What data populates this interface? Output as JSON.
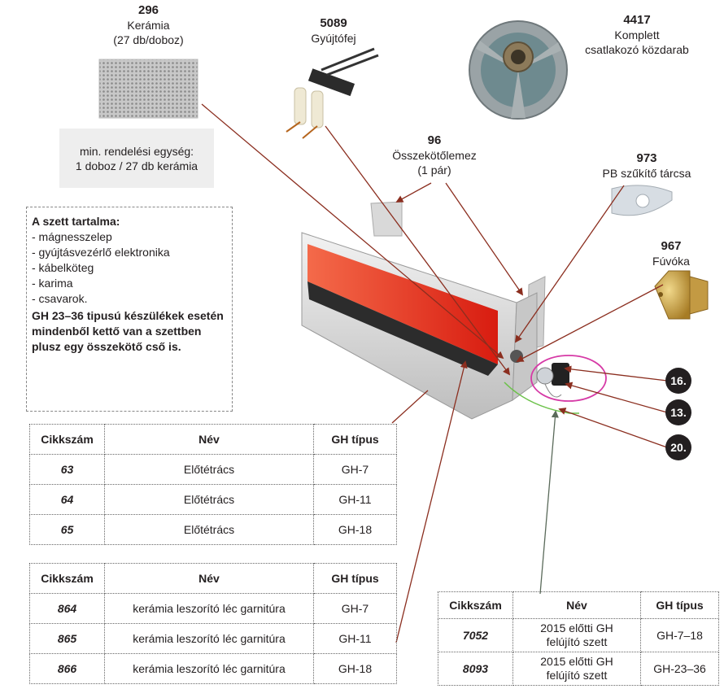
{
  "labels": {
    "ceramic": {
      "code": "296",
      "line1": "Kerámia",
      "line2": "(27 db/doboz)"
    },
    "igniter": {
      "code": "5089",
      "line1": "Gyújtófej"
    },
    "connector": {
      "code": "4417",
      "line1": "Komplett",
      "line2": "csatlakozó közdarab"
    },
    "plate": {
      "code": "96",
      "line1": "Összekötőlemez",
      "line2": "(1 pár)"
    },
    "disc": {
      "code": "973",
      "line1": "PB szűkítő tárcsa"
    },
    "nozzle": {
      "code": "967",
      "line1": "Fúvóka"
    }
  },
  "note": {
    "line1": "min. rendelési egység:",
    "line2": "1 doboz / 27 db kerámia"
  },
  "kit": {
    "title": "A szett tartalma:",
    "items": [
      "- mágnesszelep",
      "- gyújtásvezérlő elektronika",
      "- kábelköteg",
      "- karima",
      "- csavarok."
    ],
    "note": "GH 23–36 tipusú készülékek esetén mindenből kettő van a szettben plusz egy összekötő cső is."
  },
  "callouts": [
    "16.",
    "13.",
    "20."
  ],
  "headers": {
    "code": "Cikkszám",
    "name": "Név",
    "type": "GH típus"
  },
  "table1": [
    {
      "code": "63",
      "name": "Előtétrács",
      "type": "GH-7"
    },
    {
      "code": "64",
      "name": "Előtétrács",
      "type": "GH-11"
    },
    {
      "code": "65",
      "name": "Előtétrács",
      "type": "GH-18"
    }
  ],
  "table2": [
    {
      "code": "864",
      "name": "kerámia leszorító léc garnitúra",
      "type": "GH-7"
    },
    {
      "code": "865",
      "name": "kerámia leszorító léc garnitúra",
      "type": "GH-11"
    },
    {
      "code": "866",
      "name": "kerámia leszorító léc garnitúra",
      "type": "GH-18"
    }
  ],
  "table3": [
    {
      "code": "7052",
      "name1": "2015 előtti GH",
      "name2": "felújító szett",
      "type": "GH-7–18"
    },
    {
      "code": "8093",
      "name1": "2015 előtti GH",
      "name2": "felújító szett",
      "type": "GH-23–36"
    }
  ],
  "colors": {
    "leader": "#8b2e1f",
    "callout_ring": "#d63aa6",
    "burner_glow": "#e8241c",
    "brass": "#c9a24a"
  }
}
